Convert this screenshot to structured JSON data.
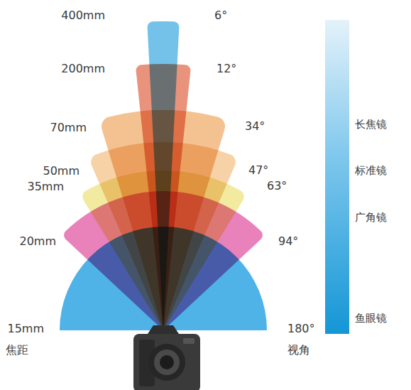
{
  "diagram": {
    "labels": [
      "400mm",
      "6°",
      "200mm",
      "12°",
      "70mm",
      "34°",
      "50mm",
      "47°",
      "35mm",
      "63°",
      "20mm",
      "94°",
      "15mm",
      "180°",
      "焦距",
      "视角",
      "长焦镜",
      "标准镜",
      "广角镜",
      "鱼眼镜"
    ]
  }
}
